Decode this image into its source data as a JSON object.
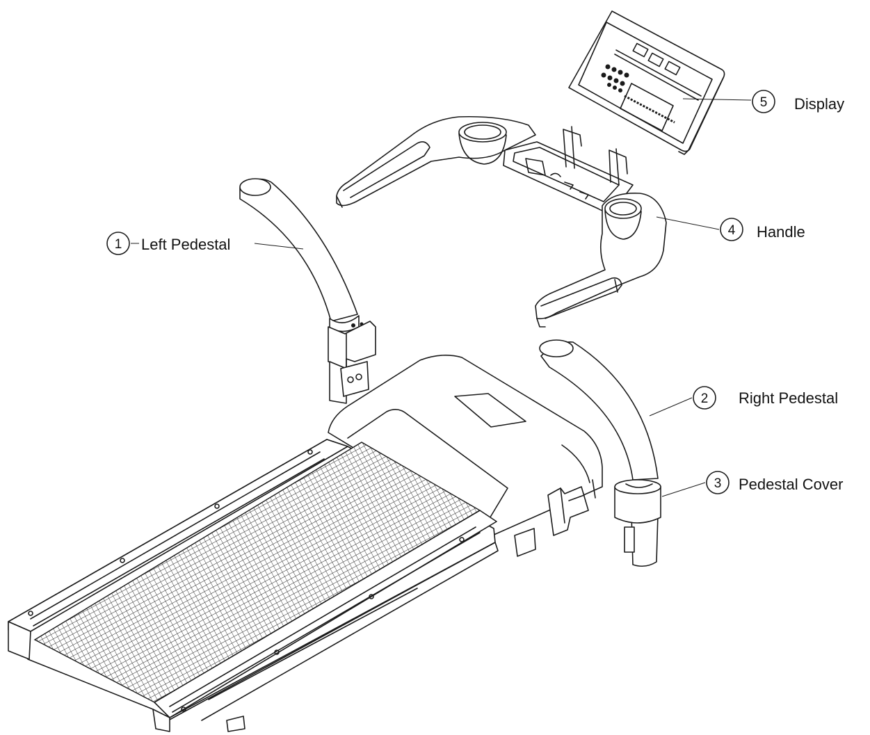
{
  "diagram": {
    "parts": [
      {
        "number": "1",
        "label": "Left Pedestal"
      },
      {
        "number": "2",
        "label": "Right Pedestal"
      },
      {
        "number": "3",
        "label": "Pedestal Cover"
      },
      {
        "number": "4",
        "label": "Handle"
      },
      {
        "number": "5",
        "label": "Display"
      }
    ]
  },
  "colors": {
    "line": "#1a1a1a",
    "background": "#ffffff"
  }
}
